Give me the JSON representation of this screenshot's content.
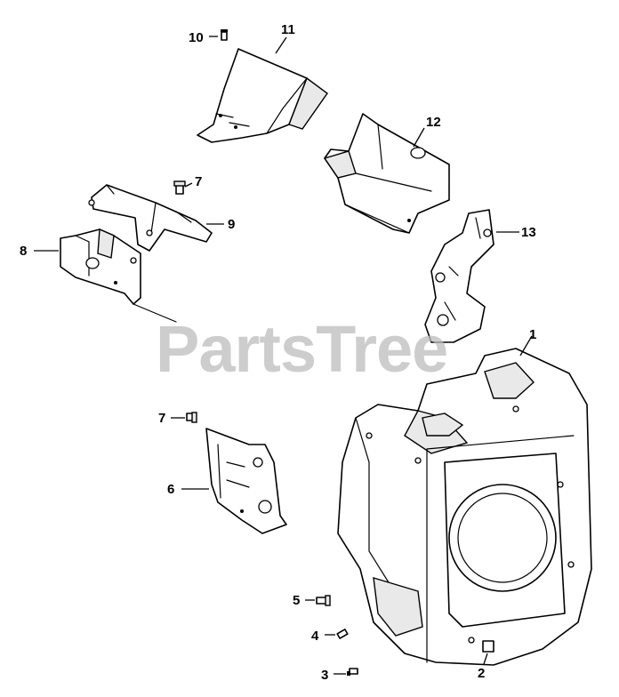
{
  "watermark": "PartsTree",
  "callouts": [
    {
      "id": "c1",
      "label": "1"
    },
    {
      "id": "c2",
      "label": "2"
    },
    {
      "id": "c3",
      "label": "3"
    },
    {
      "id": "c4",
      "label": "4"
    },
    {
      "id": "c5",
      "label": "5"
    },
    {
      "id": "c6",
      "label": "6"
    },
    {
      "id": "c7a",
      "label": "7"
    },
    {
      "id": "c7b",
      "label": "7"
    },
    {
      "id": "c8",
      "label": "8"
    },
    {
      "id": "c9",
      "label": "9"
    },
    {
      "id": "c10",
      "label": "10"
    },
    {
      "id": "c11",
      "label": "11"
    },
    {
      "id": "c12",
      "label": "12"
    },
    {
      "id": "c13",
      "label": "13"
    }
  ]
}
